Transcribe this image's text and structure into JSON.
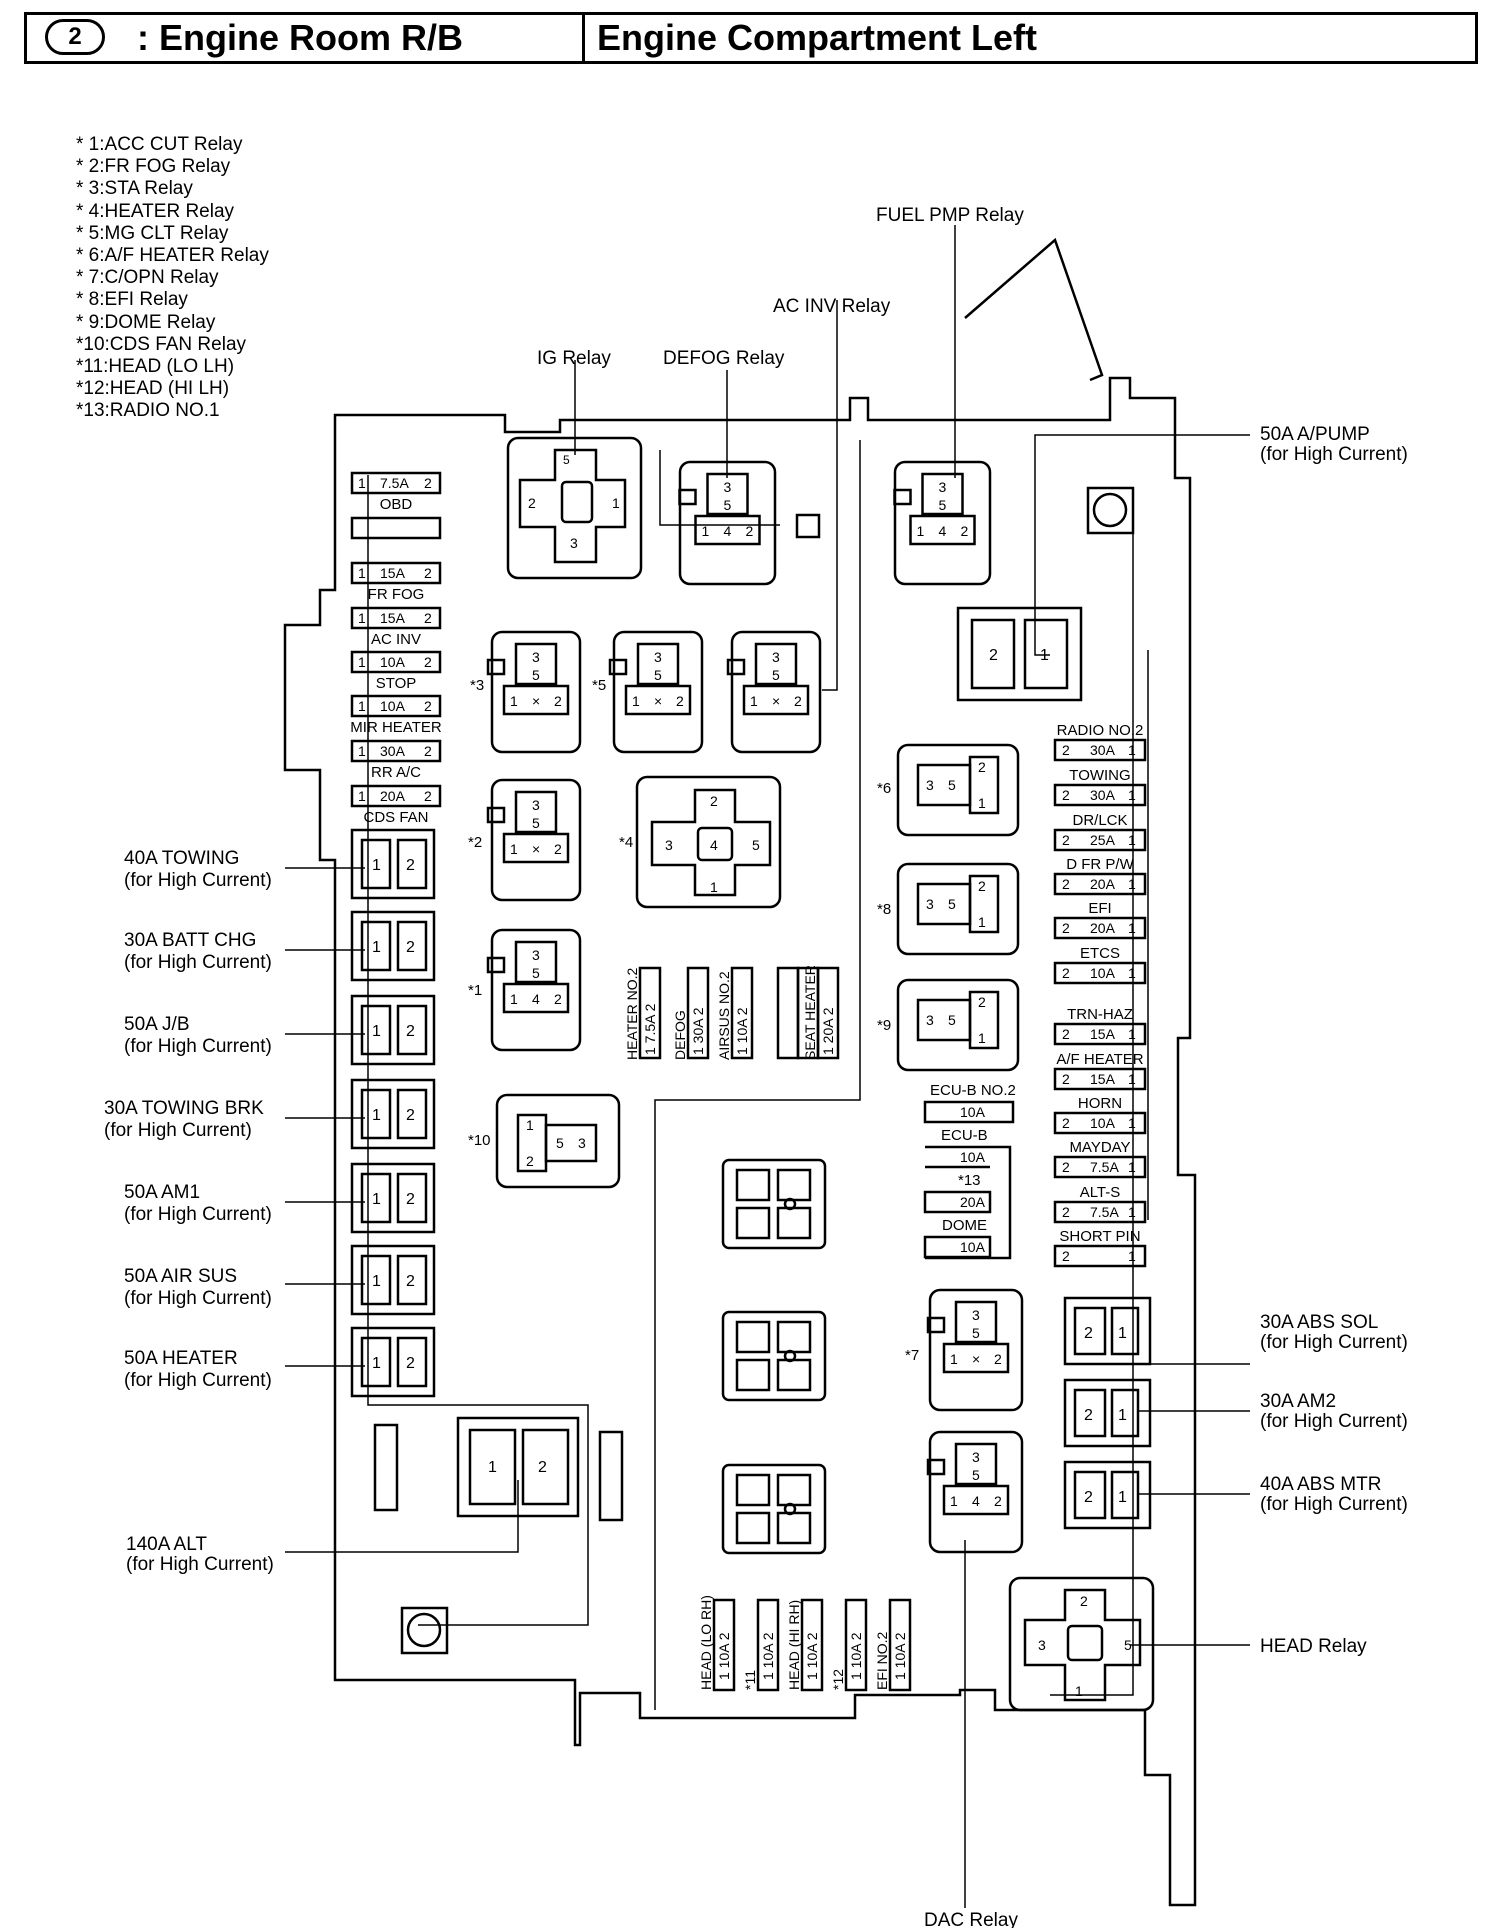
{
  "header": {
    "badge": "2",
    "left_title": ": Engine Room R/B",
    "right_title": "Engine Compartment Left"
  },
  "legend": [
    "* 1:ACC CUT Relay",
    "* 2:FR FOG Relay",
    "* 3:STA Relay",
    "* 4:HEATER Relay",
    "* 5:MG CLT Relay",
    "* 6:A/F HEATER Relay",
    "* 7:C/OPN Relay",
    "* 8:EFI Relay",
    "* 9:DOME Relay",
    "*10:CDS FAN Relay",
    "*11:HEAD (LO LH)",
    "*12:HEAD (HI LH)",
    "*13:RADIO NO.1"
  ],
  "callouts": {
    "fuel_pmp": "FUEL PMP Relay",
    "ac_inv": "AC INV Relay",
    "ig": "IG Relay",
    "defog": "DEFOG Relay",
    "a_pump": "50A A/PUMP",
    "a_pump_sub": "(for High Current)",
    "abs_sol": "30A ABS SOL",
    "abs_sol_sub": "(for High Current)",
    "am2": "30A AM2",
    "am2_sub": "(for High Current)",
    "abs_mtr": "40A ABS MTR",
    "abs_mtr_sub": "(for High Current)",
    "head_relay": "HEAD Relay",
    "dac_relay": "DAC Relay",
    "alt": "140A ALT",
    "alt_sub": "(for High Current)"
  },
  "left_high_current": [
    {
      "label": "40A TOWING",
      "sub": "(for High Current)"
    },
    {
      "label": "30A BATT CHG",
      "sub": "(for High Current)"
    },
    {
      "label": "50A J/B",
      "sub": "(for High Current)"
    },
    {
      "label": "30A TOWING BRK",
      "sub": "(for High Current)"
    },
    {
      "label": "50A AM1",
      "sub": "(for High Current)"
    },
    {
      "label": "50A AIR SUS",
      "sub": "(for High Current)"
    },
    {
      "label": "50A HEATER",
      "sub": "(for High Current)"
    }
  ],
  "left_fuses": [
    {
      "amp": "7.5A",
      "name": "OBD"
    },
    {
      "amp": "",
      "name": ""
    },
    {
      "amp": "15A",
      "name": "FR FOG"
    },
    {
      "amp": "15A",
      "name": "AC INV"
    },
    {
      "amp": "10A",
      "name": "STOP"
    },
    {
      "amp": "10A",
      "name": "MIR HEATER"
    },
    {
      "amp": "30A",
      "name": "RR A/C"
    },
    {
      "amp": "20A",
      "name": "CDS FAN"
    }
  ],
  "right_fuses": [
    {
      "name": "RADIO NO.2",
      "amp": "30A"
    },
    {
      "name": "TOWING",
      "amp": "30A"
    },
    {
      "name": "DR/LCK",
      "amp": "25A"
    },
    {
      "name": "D FR P/W",
      "amp": "20A"
    },
    {
      "name": "EFI",
      "amp": "20A"
    },
    {
      "name": "ETCS",
      "amp": "10A"
    },
    {
      "name": "TRN-HAZ",
      "amp": "15A"
    },
    {
      "name": "A/F HEATER",
      "amp": "15A"
    },
    {
      "name": "HORN",
      "amp": "10A"
    },
    {
      "name": "MAYDAY",
      "amp": "7.5A"
    },
    {
      "name": "ALT-S",
      "amp": "7.5A"
    },
    {
      "name": "SHORT PIN",
      "amp": ""
    }
  ],
  "mid_fuses": {
    "ecu_b_no2": "ECU-B NO.2",
    "ecu_b_no2_amp": "10A",
    "ecu_b": "ECU-B",
    "ecu_b_amp": "10A",
    "radio13": "*13",
    "radio13_amp": "20A",
    "dome": "DOME",
    "dome_amp": "10A"
  },
  "vertical_fuses": [
    {
      "name": "HEATER NO.2",
      "amp": "7.5A"
    },
    {
      "name": "DEFOG",
      "amp": "30A"
    },
    {
      "name": "AIRSUS NO.2",
      "amp": "10A"
    },
    {
      "name": "SEAT HEATER",
      "amp": "20A"
    }
  ],
  "bottom_fuses": [
    {
      "name": "HEAD (LO RH)",
      "amp": "10A"
    },
    {
      "name": "*11",
      "amp": "10A"
    },
    {
      "name": "HEAD (HI RH)",
      "amp": "10A"
    },
    {
      "name": "*12",
      "amp": "10A"
    },
    {
      "name": "EFI NO.2",
      "amp": "10A"
    }
  ],
  "relay_tags": [
    "*1",
    "*2",
    "*3",
    "*4",
    "*5",
    "*6",
    "*7",
    "*8",
    "*9",
    "*10"
  ],
  "pins": [
    "1",
    "2",
    "3",
    "4",
    "5"
  ]
}
